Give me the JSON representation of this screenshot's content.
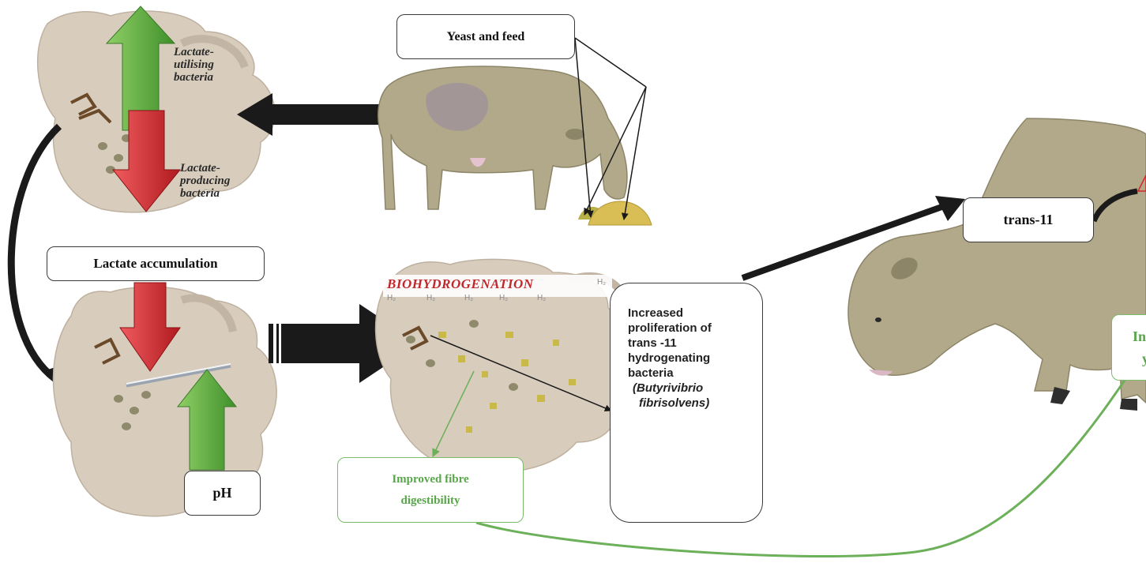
{
  "labels": {
    "yeast_feed": "Yeast and feed",
    "lactate_utilising": [
      "Lactate-",
      "utilising",
      "bacteria"
    ],
    "lactate_producing": [
      "Lactate-",
      "producing",
      "bacteria"
    ],
    "lactate_accumulation": "Lactate accumulation",
    "ph": "pH",
    "biohydrogenation": "BIOHYDROGENATION",
    "h2": "H₂",
    "proliferation": [
      "Increased",
      "proliferation of",
      "trans -11",
      "hydrogenating",
      "bacteria",
      "(Butyrivibrio",
      "fibrisolvens)"
    ],
    "trans11": "trans-11",
    "improved_fibre": [
      "Improved fibre",
      "digestibility"
    ],
    "improved_yield_partial": [
      "In",
      "y"
    ]
  },
  "colors": {
    "rumen": "#d8ccbd",
    "cow": "#b2a98a",
    "arrow_dark": "#1a1a1a",
    "arrow_green": "#5aa33c",
    "arrow_red": "#d4262b",
    "green_text": "#58a54a",
    "biohydrogenation": "#c0282d"
  }
}
